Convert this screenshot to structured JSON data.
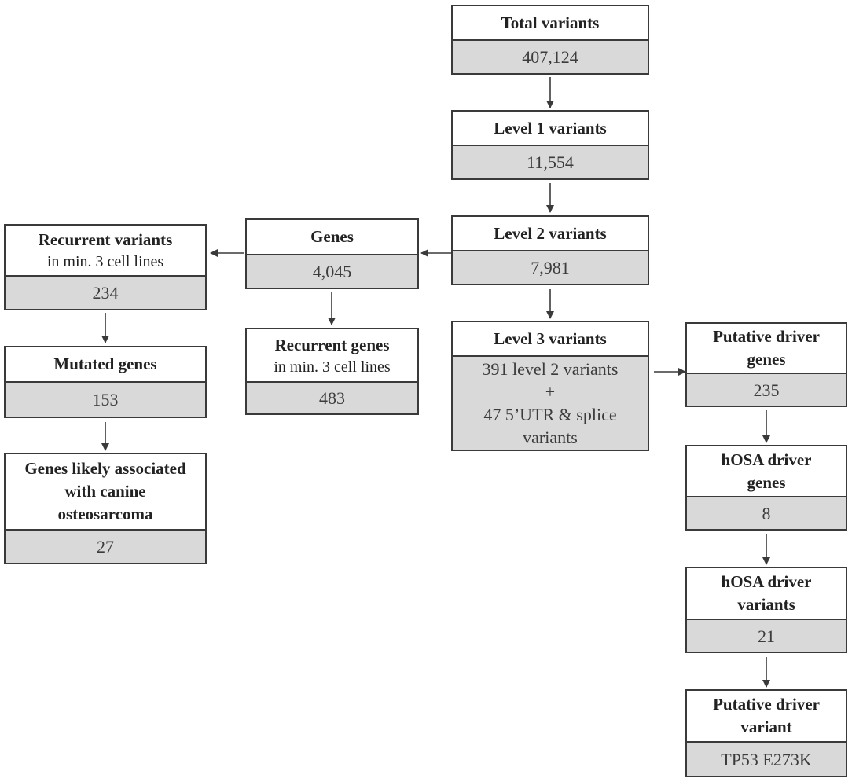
{
  "nodes": {
    "total_variants": {
      "title": "Total variants",
      "value": "407,124"
    },
    "level1_variants": {
      "title": "Level 1 variants",
      "value": "11,554"
    },
    "level2_variants": {
      "title": "Level 2 variants",
      "value": "7,981"
    },
    "level3_variants": {
      "title": "Level 3 variants",
      "value_lines": [
        "391 level 2 variants",
        "+",
        "47 5’UTR & splice",
        "variants"
      ]
    },
    "genes": {
      "title": "Genes",
      "value": "4,045"
    },
    "recurrent_genes": {
      "title": "Recurrent genes",
      "subtitle": "in min. 3 cell lines",
      "value": "483"
    },
    "recurrent_variants": {
      "title": "Recurrent variants",
      "subtitle": "in min. 3 cell lines",
      "value": "234"
    },
    "mutated_genes": {
      "title": "Mutated genes",
      "value": "153"
    },
    "genes_likely": {
      "title_lines": [
        "Genes likely associated",
        "with canine",
        "osteosarcoma"
      ],
      "value": "27"
    },
    "putative_driver_genes": {
      "title_lines": [
        "Putative driver",
        "genes"
      ],
      "value": "235"
    },
    "hosa_driver_genes": {
      "title_lines": [
        "hOSA driver",
        "genes"
      ],
      "value": "8"
    },
    "hosa_driver_variants": {
      "title_lines": [
        "hOSA driver",
        "variants"
      ],
      "value": "21"
    },
    "putative_driver_variant": {
      "title_lines": [
        "Putative driver",
        "variant"
      ],
      "value": "TP53 E273K"
    }
  }
}
